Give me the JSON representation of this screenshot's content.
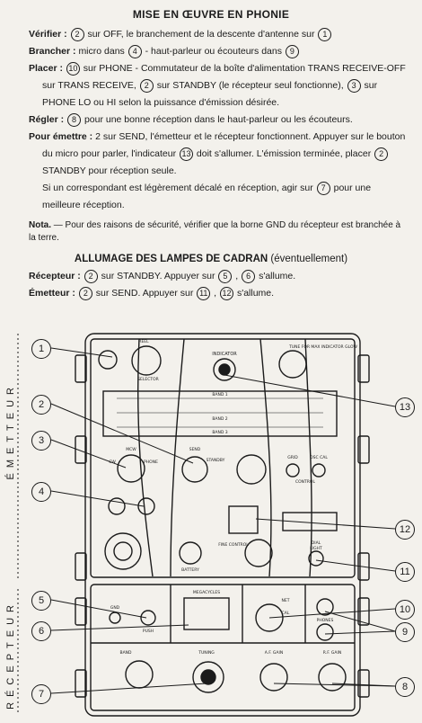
{
  "section1": {
    "title": "MISE EN ŒUVRE EN PHONIE",
    "verifier": {
      "label": "Vérifier :",
      "t1": "sur OFF, le branchement de la descente d'antenne sur"
    },
    "brancher": {
      "label": "Brancher :",
      "t1": "micro dans",
      "t2": "- haut-parleur ou écouteurs dans"
    },
    "placer": {
      "label": "Placer :",
      "t1": "sur PHONE - Commutateur de la boîte d'alimentation TRANS",
      "t2": "RECEIVE-OFF sur TRANS RECEIVE,",
      "t3": "sur STANDBY (le récepteur seul",
      "t4": "fonctionne),",
      "t5": "sur PHONE LO ou HI selon la puissance d'émission désirée."
    },
    "regler": {
      "label": "Régler :",
      "t1": "pour une bonne réception dans le haut-parleur ou les écouteurs."
    },
    "emettre": {
      "label": "Pour émettre :",
      "t0": "2",
      "t1": "sur SEND, l'émetteur et le récepteur fonctionnent. Appuyer",
      "t2": "sur le bouton du micro pour parler, l'indicateur",
      "t3": "doit s'allumer. L'émission",
      "t4": "terminée, placer",
      "t5": "STANDBY pour réception seule.",
      "t6": "Si un correspondant est légèrement décalé en réception, agir sur",
      "t7": "pour",
      "t8": "une meilleure réception."
    },
    "nota": {
      "label": "Nota.",
      "text": "— Pour des raisons de sécurité, vérifier que la borne GND du récepteur est branchée à la terre."
    }
  },
  "section2": {
    "title_bold": "ALLUMAGE DES LAMPES DE CADRAN",
    "title_rest": "(éventuellement)",
    "recepteur": {
      "label": "Récepteur :",
      "t1": "sur STANDBY. Appuyer sur",
      "t2": ",",
      "t3": "s'allume."
    },
    "emetteur": {
      "label": "Émetteur :",
      "t1": "sur SEND. Appuyer sur",
      "t2": ",",
      "t3": "s'allume."
    }
  },
  "diagram": {
    "side_top": "ÉMETTEUR",
    "side_bottom": "RÉCEPTEUR",
    "panel_labels": {
      "reel": "REEL",
      "selector": "SELECTOR",
      "indicator": "INDICATOR",
      "tune": "TUNE FOR MAX INDICATOR GLOW",
      "band1": "BAND 1",
      "band2": "BAND 2",
      "band3": "BAND 3",
      "send": "SEND",
      "standby": "STANDBY",
      "mcw": "MCW",
      "cw": "CW",
      "phone": "PHONE",
      "dial": "DIAL",
      "light": "LIGHT",
      "grid": "GRID",
      "osc_cal": "OSC CAL",
      "control": "CONTROL",
      "battery": "BATTERY",
      "fine_control": "FINE CONTROL",
      "megacycles": "MEGACYCLES",
      "tuning": "TUNING",
      "af_gain": "A.F. GAIN",
      "rf_gain": "R.F. GAIN",
      "gnd": "GND",
      "push": "PUSH",
      "phones": "PHONES",
      "band": "BAND",
      "net": "NET",
      "cal": "CAL"
    },
    "callouts": [
      "1",
      "2",
      "3",
      "4",
      "5",
      "6",
      "7",
      "8",
      "9",
      "10",
      "11",
      "12",
      "13"
    ]
  }
}
